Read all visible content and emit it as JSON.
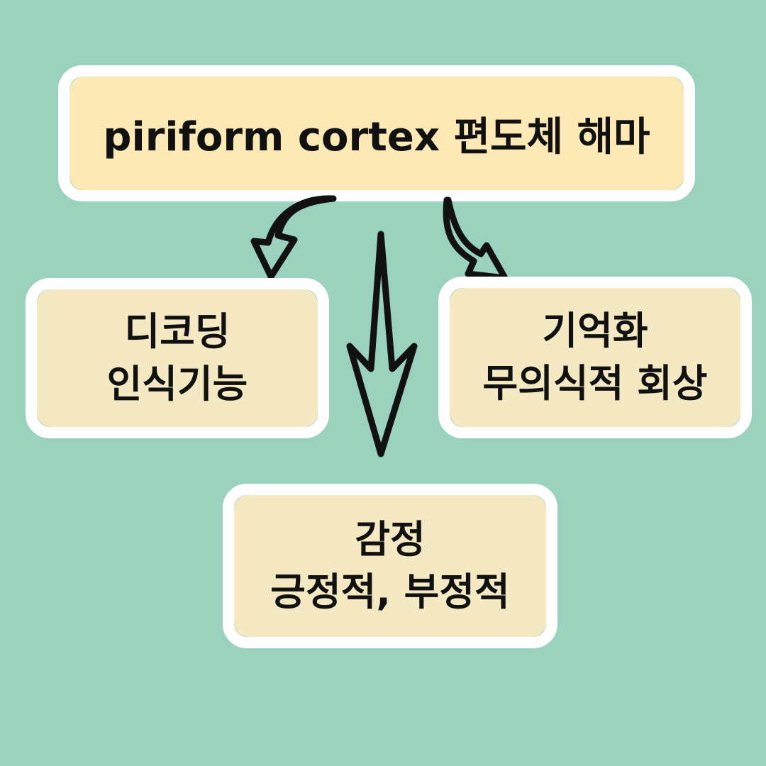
{
  "nodes": {
    "top": {
      "text": "piriform cortex 편도체 해마"
    },
    "left": {
      "line1": "디코딩",
      "line2": "인식기능"
    },
    "right": {
      "line1": "기억화",
      "line2": "무의식적 회상"
    },
    "bottom": {
      "line1": "감정",
      "line2": "긍정적, 부정적"
    }
  },
  "colors": {
    "background": "#9bd2bd",
    "top_box_fill": "#fde9b6",
    "box_fill": "#f5e9c4",
    "box_border": "#ffffff",
    "arrow_stroke": "#111111"
  },
  "edges": [
    {
      "from": "top",
      "to": "left"
    },
    {
      "from": "top",
      "to": "bottom"
    },
    {
      "from": "top",
      "to": "right"
    }
  ]
}
